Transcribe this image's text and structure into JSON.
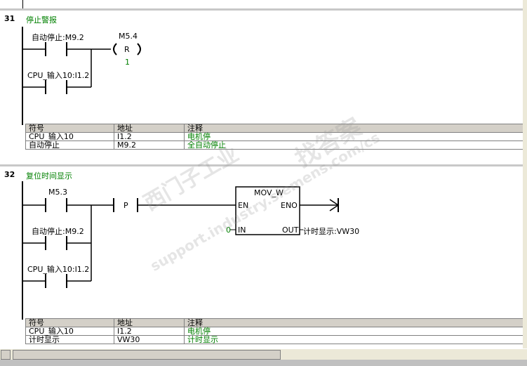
{
  "network31": {
    "number": "31",
    "title": "停止警报",
    "contact1_label": "自动停止:M9.2",
    "contact2_label": "CPU_输入10:I1.2",
    "coil_address": "M5.4",
    "coil_type": "R",
    "coil_count": "1",
    "table": {
      "headers": [
        "符号",
        "地址",
        "注释"
      ],
      "rows": [
        [
          "CPU_输入10",
          "I1.2",
          "电机停"
        ],
        [
          "自动停止",
          "M9.2",
          "全自动停止"
        ]
      ]
    }
  },
  "network32": {
    "number": "32",
    "title": "复位时间显示",
    "contact1_label": "M5.3",
    "contact2_label": "自动停止:M9.2",
    "contact3_label": "CPU_输入10:I1.2",
    "edge_label": "P",
    "box": {
      "name": "MOV_W",
      "en": "EN",
      "eno": "ENO",
      "in": "IN",
      "out": "OUT",
      "in_value": "0",
      "out_value": "计时显示:VW30"
    },
    "table": {
      "headers": [
        "符号",
        "地址",
        "注释"
      ],
      "rows": [
        [
          "CPU_输入10",
          "I1.2",
          "电机停"
        ],
        [
          "计时显示",
          "VW30",
          "计时显示"
        ]
      ]
    }
  },
  "watermark": {
    "line1": "西门子工业",
    "line2": "support.industry.siemens.com/cs",
    "line3": "找答案"
  },
  "colors": {
    "comment_green": "#008000",
    "header_gray": "#d4d0c8",
    "separator": "#c8c8c8"
  }
}
